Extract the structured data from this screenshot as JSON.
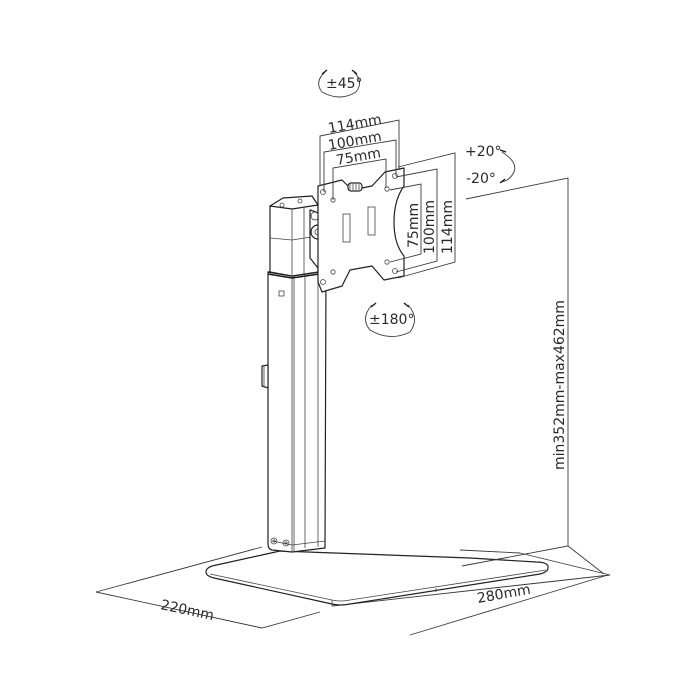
{
  "diagram": {
    "subject": "Monitor stand with VESA mount",
    "rotation_labels": {
      "swivel": "±45°",
      "rotate": "±180°",
      "tilt_up": "+20°",
      "tilt_down": "-20°"
    },
    "vesa": {
      "horizontal": [
        "114mm",
        "100mm",
        "75mm"
      ],
      "vertical": [
        "75mm",
        "100mm",
        "114mm"
      ]
    },
    "height_label": "min352mm-max462mm",
    "base": {
      "depth_label": "220mm",
      "width_label": "280mm"
    },
    "colors": {
      "line": "#2a2a2a",
      "background": "#ffffff"
    }
  }
}
